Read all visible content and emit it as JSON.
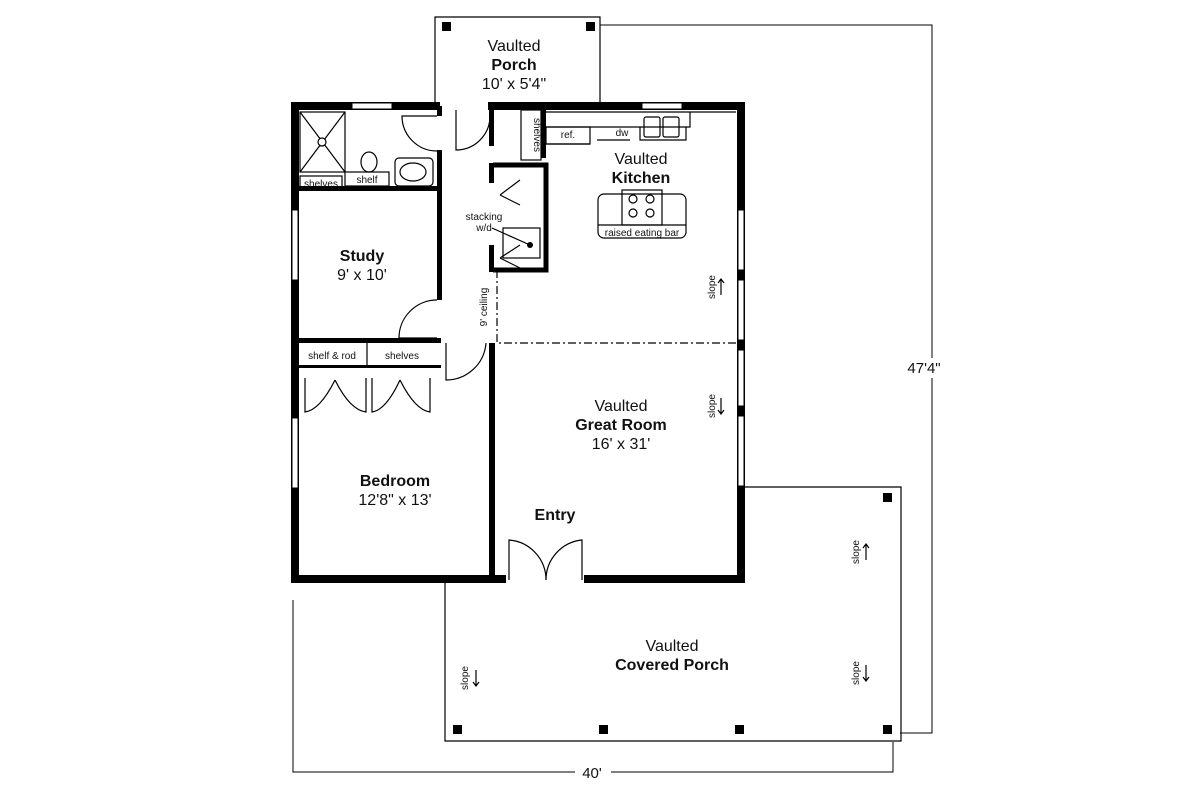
{
  "rooms": {
    "porch_top": {
      "line1": "Vaulted",
      "name": "Porch",
      "size": "10' x 5'4\""
    },
    "kitchen": {
      "line1": "Vaulted",
      "name": "Kitchen"
    },
    "study": {
      "name": "Study",
      "size": "9' x 10'"
    },
    "great_room": {
      "line1": "Vaulted",
      "name": "Great Room",
      "size": "16' x 31'"
    },
    "bedroom": {
      "name": "Bedroom",
      "size": "12'8\" x 13'"
    },
    "entry": {
      "name": "Entry"
    },
    "covered_porch": {
      "line1": "Vaulted",
      "name": "Covered Porch"
    }
  },
  "labels": {
    "shelves_bath": "shelves",
    "shelf_bath": "shelf",
    "shelves_hall": "shelves",
    "stacking1": "stacking",
    "stacking2": "w/d",
    "ceiling": "9' ceiling",
    "ref": "ref.",
    "dw": "dw",
    "eating_bar": "raised eating bar",
    "shelf_rod": "shelf & rod",
    "shelves_closet": "shelves",
    "slope": "slope"
  },
  "dimensions": {
    "depth": "47'4\"",
    "width": "40'"
  }
}
